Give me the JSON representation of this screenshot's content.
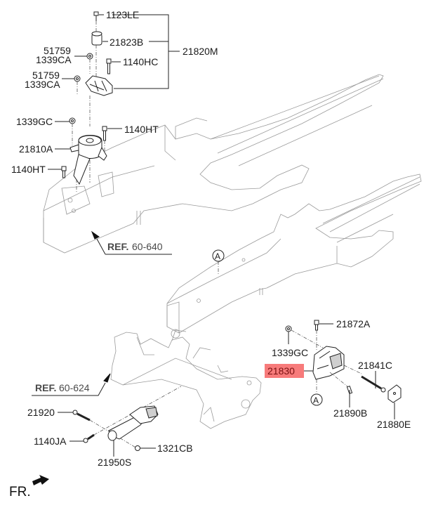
{
  "diagram": {
    "title": "Engine & Transmission Mounting",
    "highlight_color": "#f77b7b",
    "labels": {
      "p1123LE": "1123LE",
      "p21823B": "21823B",
      "p21820M": "21820M",
      "p51759_a": "51759",
      "p1339CA_a": "1339CA",
      "p1140HC": "1140HC",
      "p51759_b": "51759",
      "p1339CA_b": "1339CA",
      "p1339GC_top": "1339GC",
      "p1140HT_a": "1140HT",
      "p21810A": "21810A",
      "p1140HT_b": "1140HT",
      "p21872A": "21872A",
      "p1339GC_bottom": "1339GC",
      "p21830": "21830",
      "p21841C": "21841C",
      "p21890B": "21890B",
      "p21880E": "21880E",
      "p21920": "21920",
      "p1140JA": "1140JA",
      "p21950S": "21950S",
      "p1321CB": "1321CB"
    },
    "references": [
      {
        "prefix": "REF.",
        "number": "60-640"
      },
      {
        "prefix": "REF.",
        "number": "60-624"
      }
    ],
    "callout_marker": "A",
    "direction": {
      "label": "FR.",
      "icon": "front-direction-arrow-icon"
    },
    "highlighted_part": "21830"
  }
}
